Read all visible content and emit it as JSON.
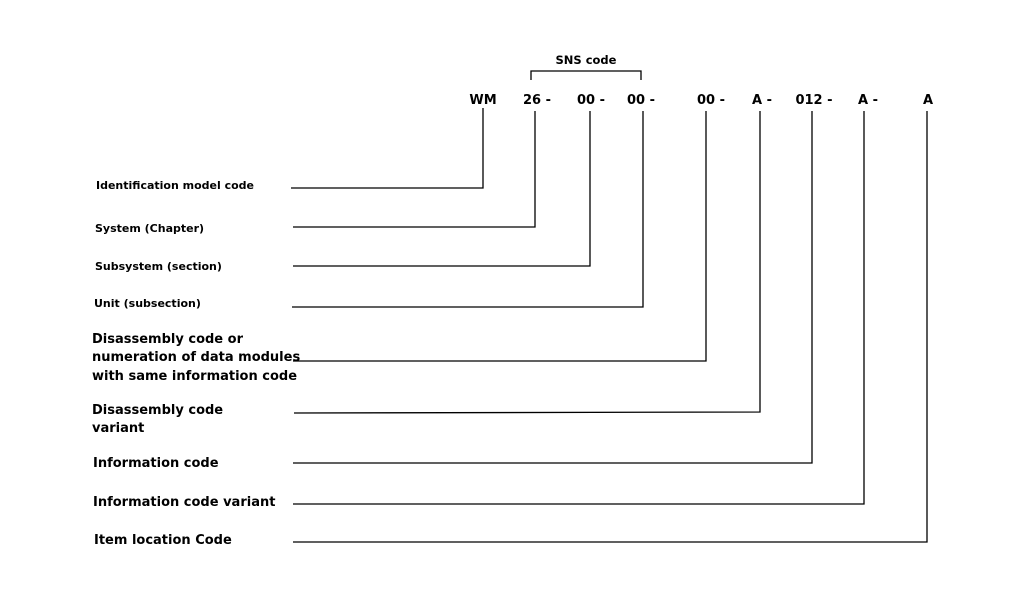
{
  "sns_label": "SNS code",
  "code_segments": [
    {
      "id": "wm",
      "text": "WM"
    },
    {
      "id": "system",
      "text": "26 -"
    },
    {
      "id": "subsystem",
      "text": "00 -"
    },
    {
      "id": "unit",
      "text": "00 -"
    },
    {
      "id": "disassembly",
      "text": "00 -"
    },
    {
      "id": "disassembly-variant",
      "text": "A -"
    },
    {
      "id": "information",
      "text": "012 -"
    },
    {
      "id": "information-variant",
      "text": "A -"
    },
    {
      "id": "item-location",
      "text": "A"
    }
  ],
  "descriptions": [
    {
      "id": "identification-model-code",
      "lines": [
        "Identification model code"
      ]
    },
    {
      "id": "system-chapter",
      "lines": [
        "System (Chapter)"
      ]
    },
    {
      "id": "subsystem-section",
      "lines": [
        "Subsystem (section)"
      ]
    },
    {
      "id": "unit-subsection",
      "lines": [
        "Unit (subsection)"
      ]
    },
    {
      "id": "disassembly-code",
      "lines": [
        "Disassembly code or",
        "numeration of data modules",
        "with same information code"
      ]
    },
    {
      "id": "disassembly-code-variant",
      "lines": [
        "Disassembly code",
        "variant"
      ]
    },
    {
      "id": "information-code",
      "lines": [
        "Information code"
      ]
    },
    {
      "id": "information-code-variant",
      "lines": [
        "Information code variant"
      ]
    },
    {
      "id": "item-location-code",
      "lines": [
        "Item location Code"
      ]
    }
  ]
}
